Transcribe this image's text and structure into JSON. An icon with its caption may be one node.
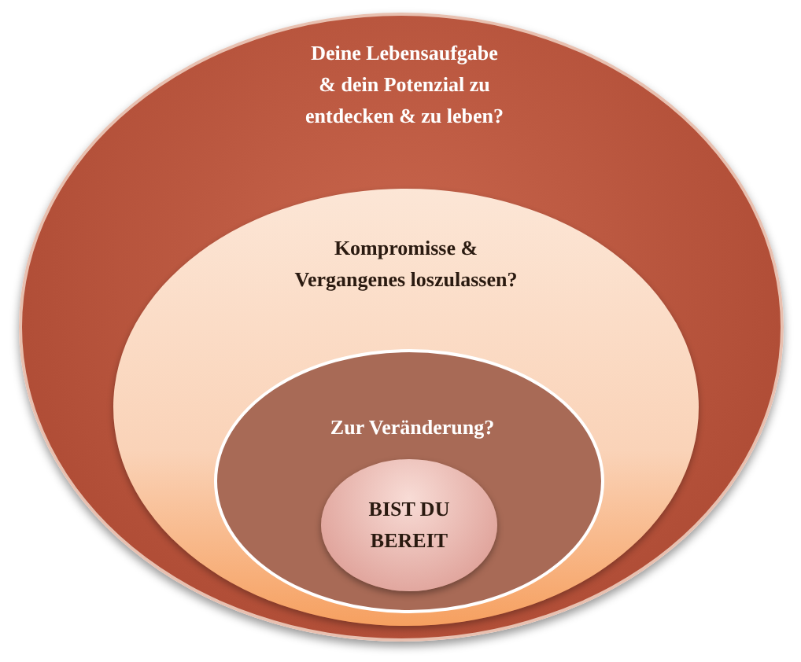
{
  "diagram": {
    "nodes": [
      {
        "text": [
          "Deine Lebensaufgabe & dein Potenzial zu entdecken & zu leben?"
        ]
      },
      {
        "text": [
          "Kompromisse & Vergangenes loszulassen?"
        ],
        "in": 0
      },
      {
        "text": [
          "Zur Veränderung?"
        ],
        "in": 1
      },
      {
        "text": [
          "BIST DU BEREIT"
        ],
        "in": 2
      }
    ]
  }
}
